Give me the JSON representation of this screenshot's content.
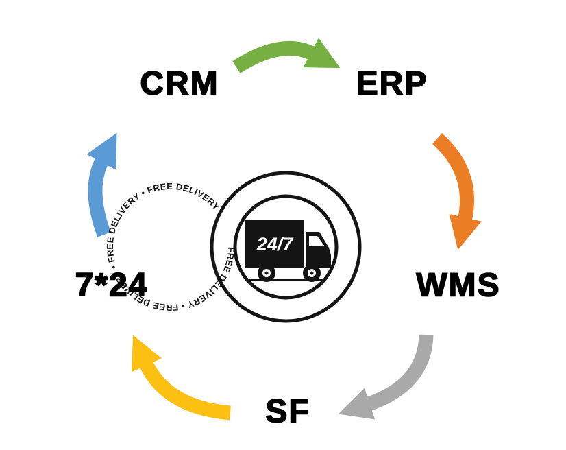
{
  "diagram": {
    "nodes": [
      {
        "id": "crm",
        "label": "CRM"
      },
      {
        "id": "erp",
        "label": "ERP"
      },
      {
        "id": "wms",
        "label": "WMS"
      },
      {
        "id": "sf",
        "label": "SF"
      },
      {
        "id": "seven24",
        "label": "7*24"
      }
    ],
    "arrows": [
      {
        "from": "CRM",
        "to": "ERP",
        "color": "#76b043"
      },
      {
        "from": "ERP",
        "to": "WMS",
        "color": "#eb7d25"
      },
      {
        "from": "WMS",
        "to": "SF",
        "color": "#a9a9a9"
      },
      {
        "from": "SF",
        "to": "7*24",
        "color": "#fcc012"
      },
      {
        "from": "7*24",
        "to": "CRM",
        "color": "#5b9bd5"
      }
    ],
    "badge": {
      "ring_text": "FREE DELIVERY • FREE DELIVERY • FREE DELIVERY • FREE DELIVERY •",
      "truck_label": "24/7",
      "ink": "#141414"
    }
  }
}
